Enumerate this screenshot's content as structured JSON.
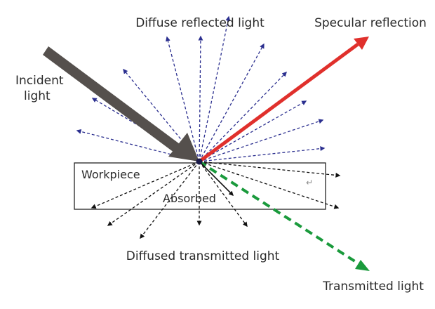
{
  "labels": {
    "diffuse_reflected": "Diffuse reflected light",
    "specular": "Specular reflection",
    "incident_line1": "Incident",
    "incident_line2": "light",
    "workpiece": "Workpiece",
    "absorbed": "Absorbed",
    "diffused_transmitted": "Diffused transmitted light",
    "transmitted": "Transmitted light",
    "return_glyph": "↵"
  },
  "colors": {
    "incident": "#55504d",
    "specular": "#e0302c",
    "diffuse_reflected": "#2b2f8f",
    "diffuse_transmitted": "#111111",
    "transmitted": "#1a9a3c",
    "absorbed": "#111111",
    "workpiece_border": "#222222"
  },
  "icons": {
    "incident": "thick-arrow-icon",
    "specular": "solid-arrow-icon",
    "diffuse": "dashed-arrow-icon"
  }
}
